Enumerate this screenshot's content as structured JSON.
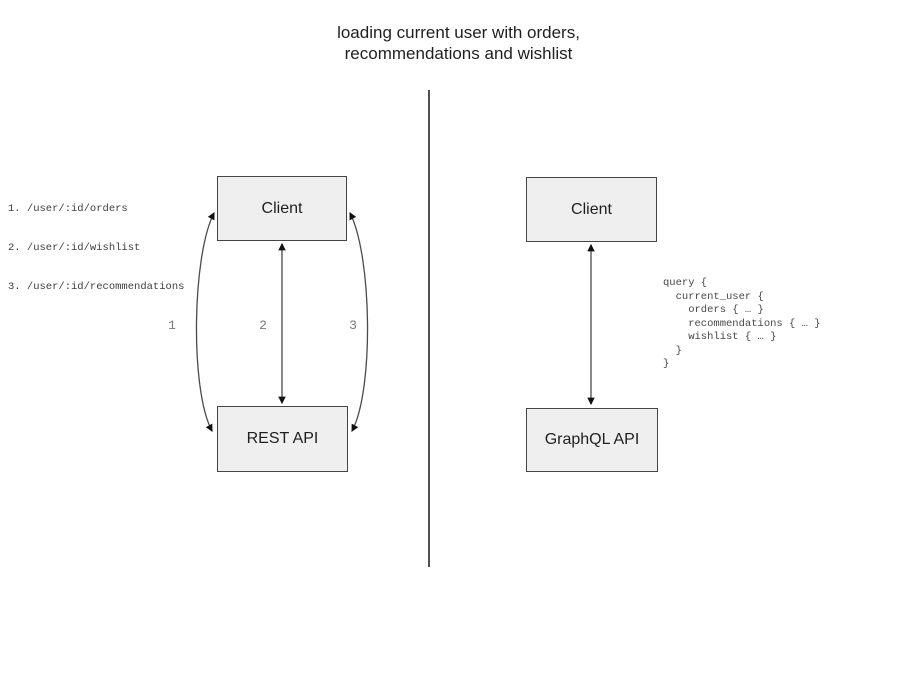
{
  "title": "loading current user with orders,\nrecommendations and wishlist",
  "colors": {
    "node_fill": "#efefef",
    "node_border": "#454545",
    "connector": "#4a4a4a",
    "arrowhead": "#111111",
    "divider": "#525252",
    "text_primary": "#1f1f1f",
    "text_code": "#474747",
    "text_muted": "#7a7a7a"
  },
  "left_panel": {
    "endpoints": [
      "1. /user/:id/orders",
      "2. /user/:id/wishlist",
      "3. /user/:id/recommendations"
    ],
    "client_label": "Client",
    "api_label": "REST API",
    "arrow_labels": [
      "1",
      "2",
      "3"
    ]
  },
  "right_panel": {
    "client_label": "Client",
    "api_label": "GraphQL API",
    "query_code": "query {\n  current_user {\n    orders { … }\n    recommendations { … }\n    wishlist { … }\n  }\n}"
  }
}
